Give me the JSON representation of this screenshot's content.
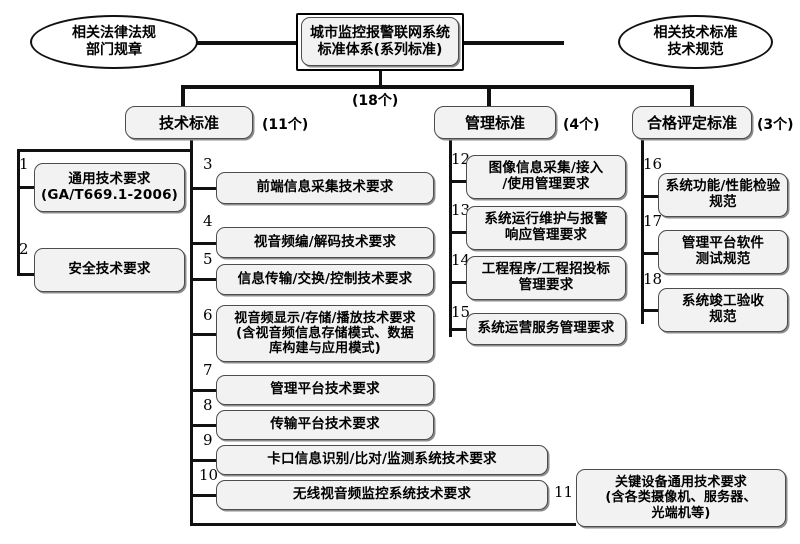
{
  "diagram": {
    "title_box": "城市监控报警联网系统\n标准体系(系列标准)",
    "total_count_label": "(18个)",
    "left_ellipse": "相关法律法规\n部门规章",
    "right_ellipse": "相关技术标准\n技术规范",
    "categories": [
      {
        "id": "tech",
        "label": "技术标准",
        "count_label": "(11个)"
      },
      {
        "id": "mgmt",
        "label": "管理标准",
        "count_label": "(4个)"
      },
      {
        "id": "assess",
        "label": "合格评定标准",
        "count_label": "(3个)"
      }
    ],
    "items": [
      {
        "num": "1",
        "text": "通用技术要求\n(GA/T669.1-2006)",
        "group": "tech"
      },
      {
        "num": "2",
        "text": "安全技术要求",
        "group": "tech"
      },
      {
        "num": "3",
        "text": "前端信息采集技术要求",
        "group": "tech"
      },
      {
        "num": "4",
        "text": "视音频编/解码技术要求",
        "group": "tech"
      },
      {
        "num": "5",
        "text": "信息传输/交换/控制技术要求",
        "group": "tech"
      },
      {
        "num": "6",
        "text": "视音频显示/存储/播放技术要求\n(含视音频信息存储模式、数据\n库构建与应用模式)",
        "group": "tech"
      },
      {
        "num": "7",
        "text": "管理平台技术要求",
        "group": "tech"
      },
      {
        "num": "8",
        "text": "传输平台技术要求",
        "group": "tech"
      },
      {
        "num": "9",
        "text": "卡口信息识别/比对/监测系统技术要求",
        "group": "tech"
      },
      {
        "num": "10",
        "text": "无线视音频监控系统技术要求",
        "group": "tech"
      },
      {
        "num": "11",
        "text": "关键设备通用技术要求\n(含各类摄像机、服务器、\n光端机等)",
        "group": "tech"
      },
      {
        "num": "12",
        "text": "图像信息采集/接入\n/使用管理要求",
        "group": "mgmt"
      },
      {
        "num": "13",
        "text": "系统运行维护与报警\n响应管理要求",
        "group": "mgmt"
      },
      {
        "num": "14",
        "text": "工程程序/工程招投标\n管理要求",
        "group": "mgmt"
      },
      {
        "num": "15",
        "text": "系统运营服务管理要求",
        "group": "mgmt"
      },
      {
        "num": "16",
        "text": "系统功能/性能检验\n规范",
        "group": "assess"
      },
      {
        "num": "17",
        "text": "管理平台软件\n测试规范",
        "group": "assess"
      },
      {
        "num": "18",
        "text": "系统竣工验收\n规范",
        "group": "assess"
      }
    ],
    "colors": {
      "line": "#111111",
      "node_fill": "#f2f2f2",
      "node_border": "#4d4d4d",
      "shadow": "#8c8c8c",
      "background": "#ffffff"
    }
  }
}
